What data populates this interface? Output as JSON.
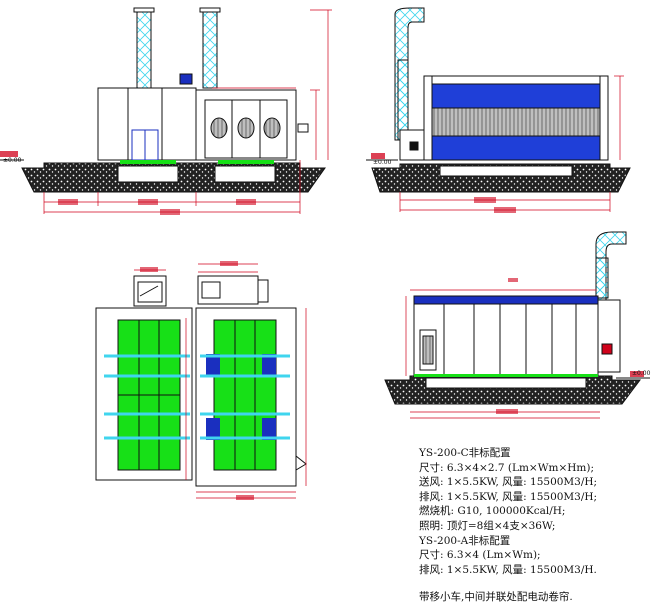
{
  "spec": {
    "lines": [
      "YS-200-C非标配置",
      "尺寸: 6.3×4×2.7 (Lm×Wm×Hm);",
      "送风: 1×5.5KW, 风量: 15500M3/H;",
      "排风: 1×5.5KW, 风量: 15500M3/H;",
      "燃烧机: G10, 100000Kcal/H;",
      "照明: 顶灯=8组×4支×36W;",
      "YS-200-A非标配置",
      "尺寸: 6.3×4 (Lm×Wm);",
      "排风: 1×5.5KW, 风量: 15500M3/H."
    ],
    "footer": "带移小车,中间并联处配电动卷帘."
  },
  "levels": {
    "front": "±0.00",
    "side": "±0.00",
    "bottom_right": "±0.00"
  },
  "colors": {
    "line": "#111111",
    "dim": "#d0021b",
    "panel_blue": "#1f3fd8",
    "floor_green": "#17e017",
    "grid_cyan": "#3fd5ee",
    "dark_blue": "#1a2fbf"
  }
}
